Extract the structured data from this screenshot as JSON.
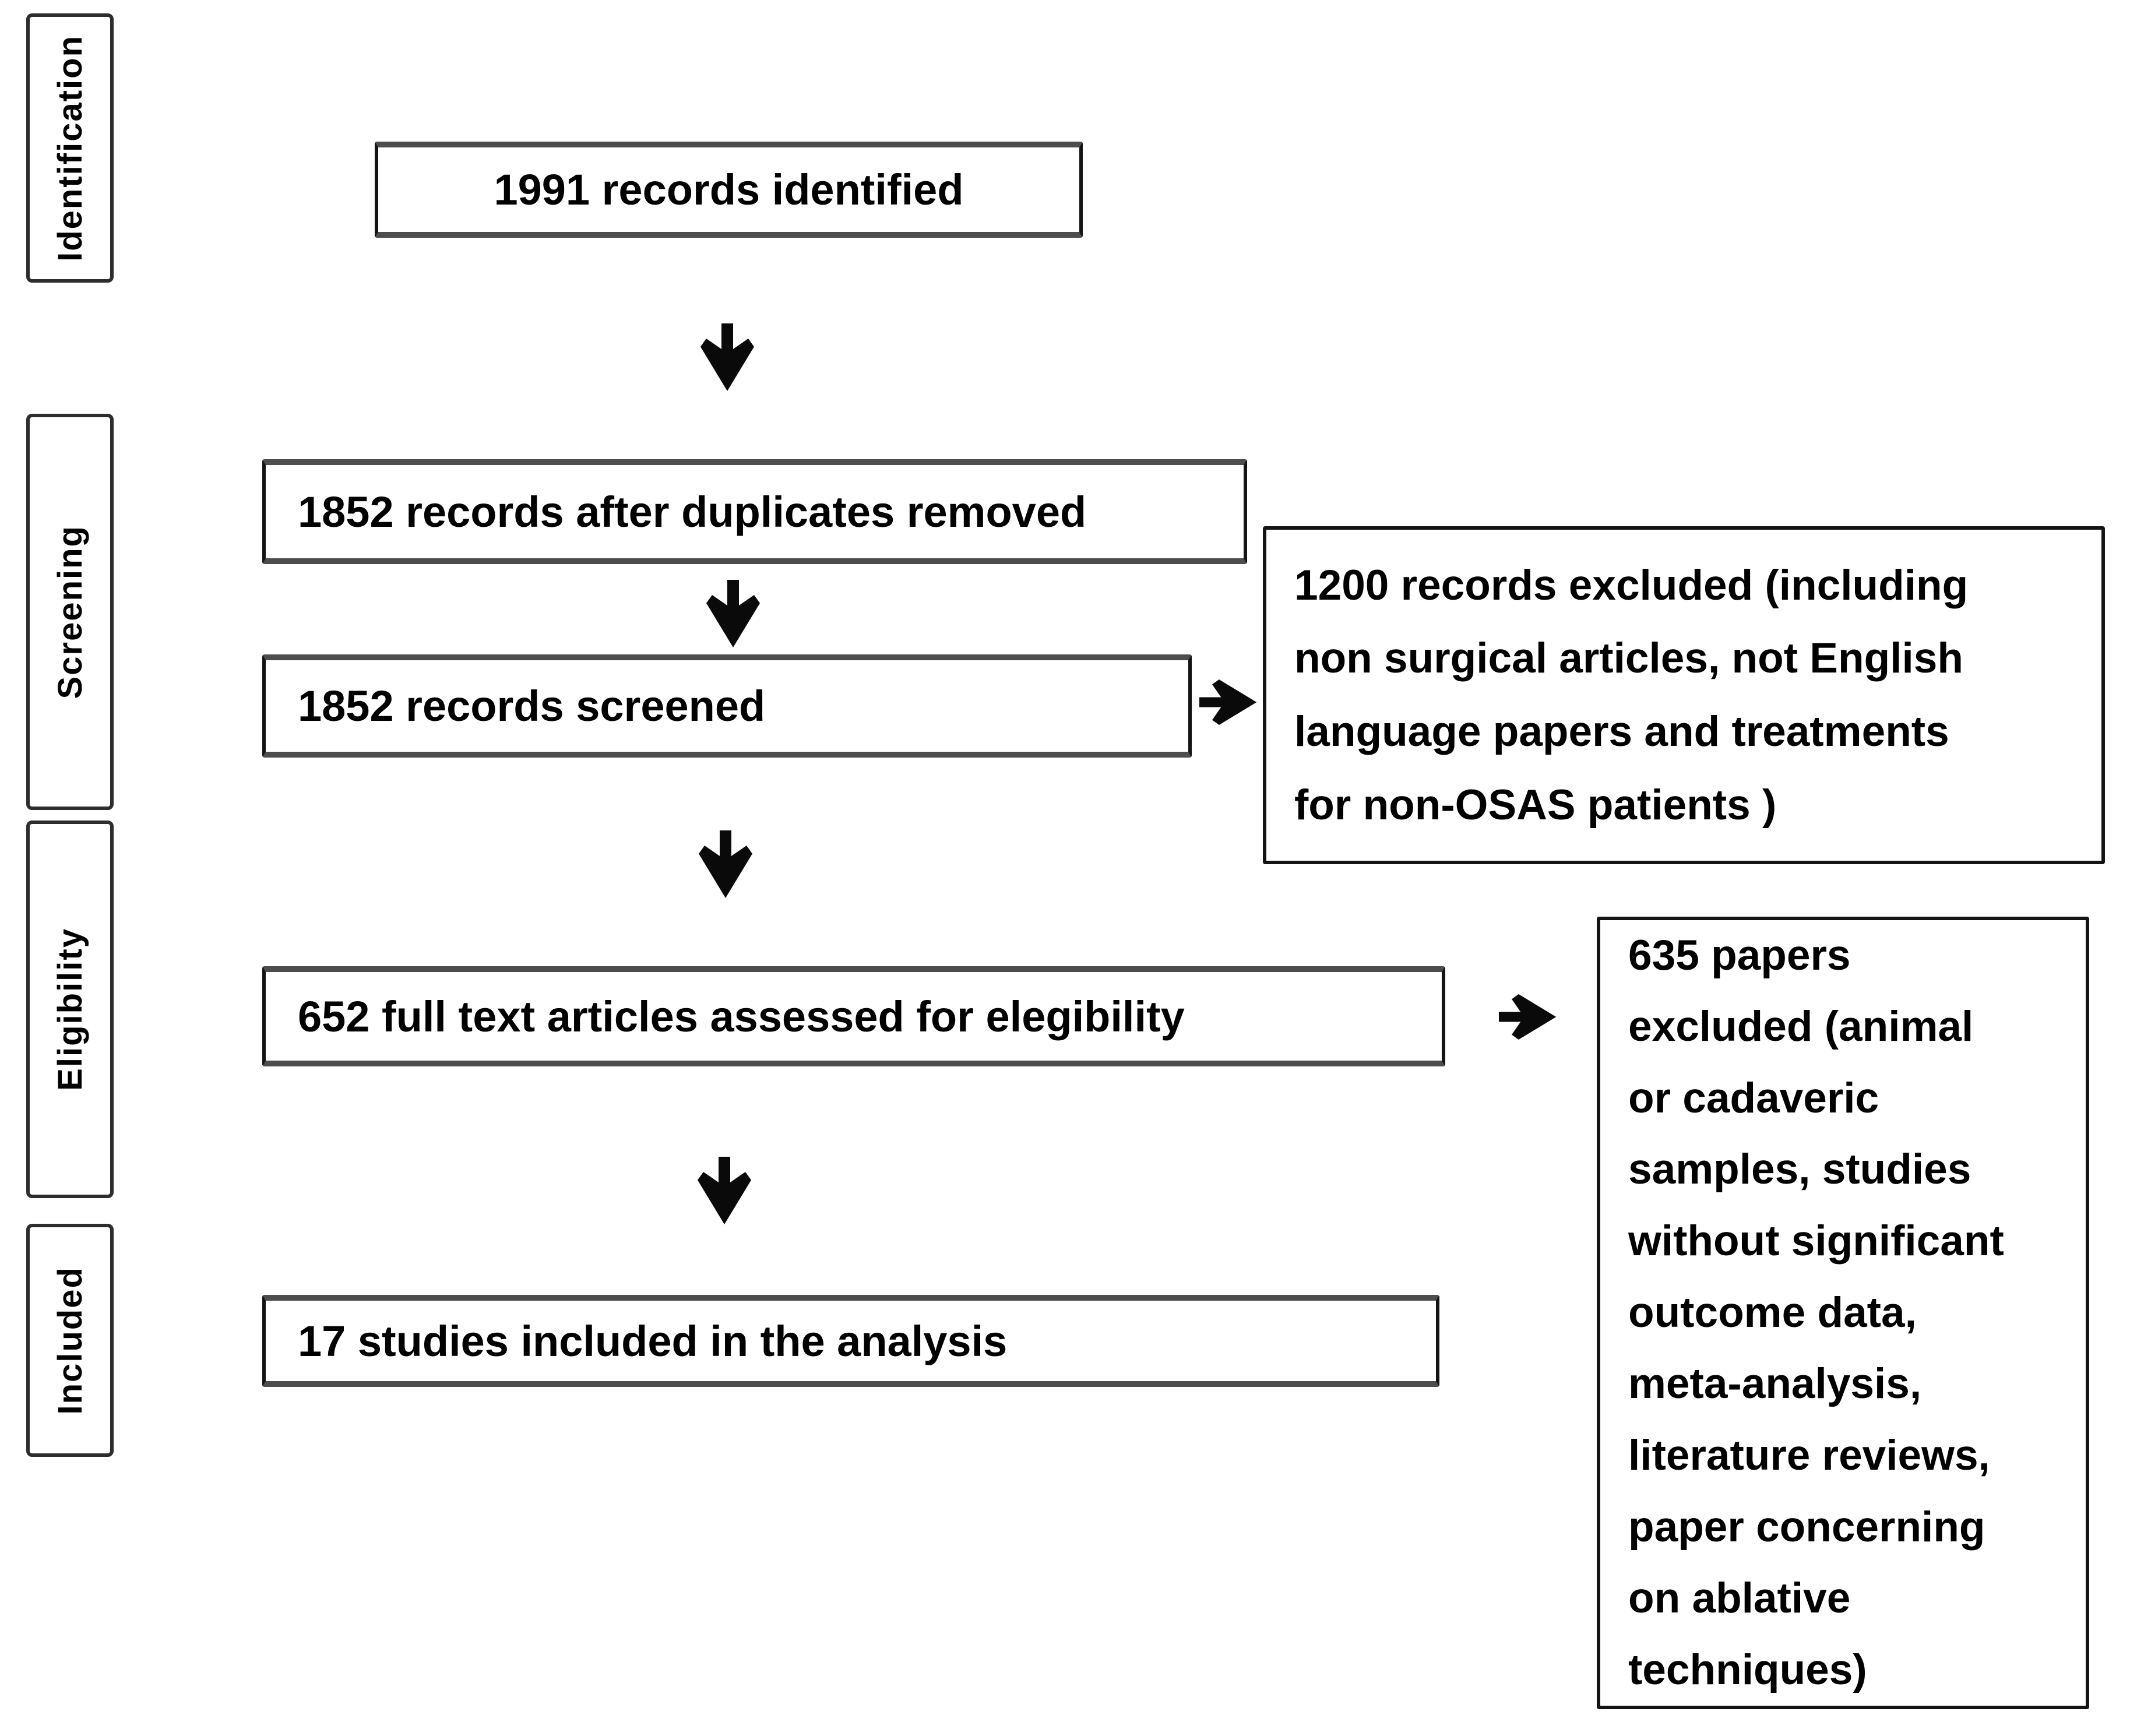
{
  "diagram": {
    "title": "PRISMA study selection flow diagram",
    "colors": {
      "background": "#ffffff",
      "text": "#000000",
      "border": "#141414",
      "arrow": "#0a0a0a"
    },
    "stage_labels": [
      {
        "label": "Identification"
      },
      {
        "label": "Screening"
      },
      {
        "label": "Eligibility"
      },
      {
        "label": "Included"
      }
    ],
    "flow_boxes": [
      {
        "text": "1991 records identified"
      },
      {
        "text": "1852 records after duplicates removed"
      },
      {
        "text": "1852 records screened"
      },
      {
        "text": "652 full text articles assessed for elegibility"
      },
      {
        "text": "17 studies included in the analysis"
      }
    ],
    "exclusion_boxes": [
      {
        "text": "1200 records excluded (including\nnon surgical articles, not English\nlanguage papers and treatments\nfor non-OSAS patients )"
      },
      {
        "text": "635 papers\nexcluded (animal\nor cadaveric\nsamples, studies\nwithout significant\noutcome data,\nmeta-analysis,\nliterature reviews,\npaper concerning\non ablative\ntechniques)"
      }
    ],
    "counts": {
      "records_identified": 1991,
      "records_after_duplicates": 1852,
      "records_screened": 1852,
      "records_excluded": 1200,
      "fulltext_assessed": 652,
      "papers_excluded": 635,
      "studies_included": 17
    }
  }
}
